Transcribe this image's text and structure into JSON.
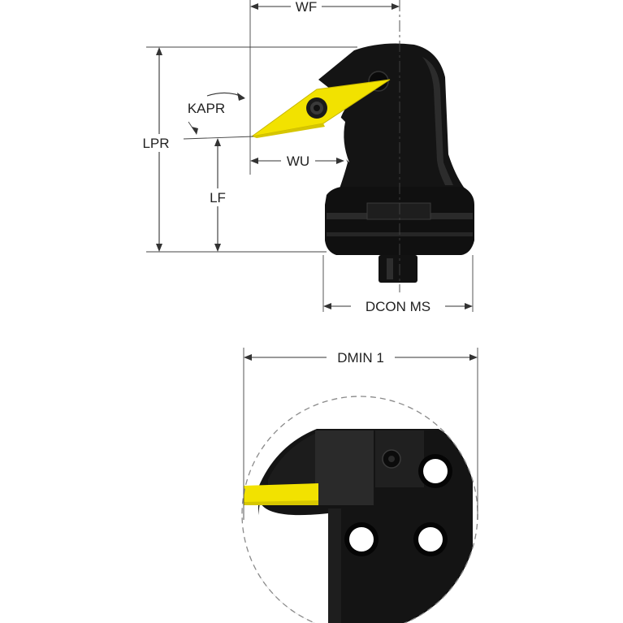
{
  "labels": {
    "wf": "WF",
    "kapr": "KAPR",
    "lpr": "LPR",
    "wu": "WU",
    "lf": "LF",
    "dcon_ms": "DCON MS",
    "dmin": "DMIN 1"
  },
  "colors": {
    "body": "#141414",
    "body_shade": "#2a2a2a",
    "insert": "#f2e200",
    "dimension": "#333333",
    "dashed_circle": "#8a8a8a"
  },
  "icons": {
    "screw": "torx-screw-icon",
    "coolant_hole": "coolant-hole-icon"
  }
}
